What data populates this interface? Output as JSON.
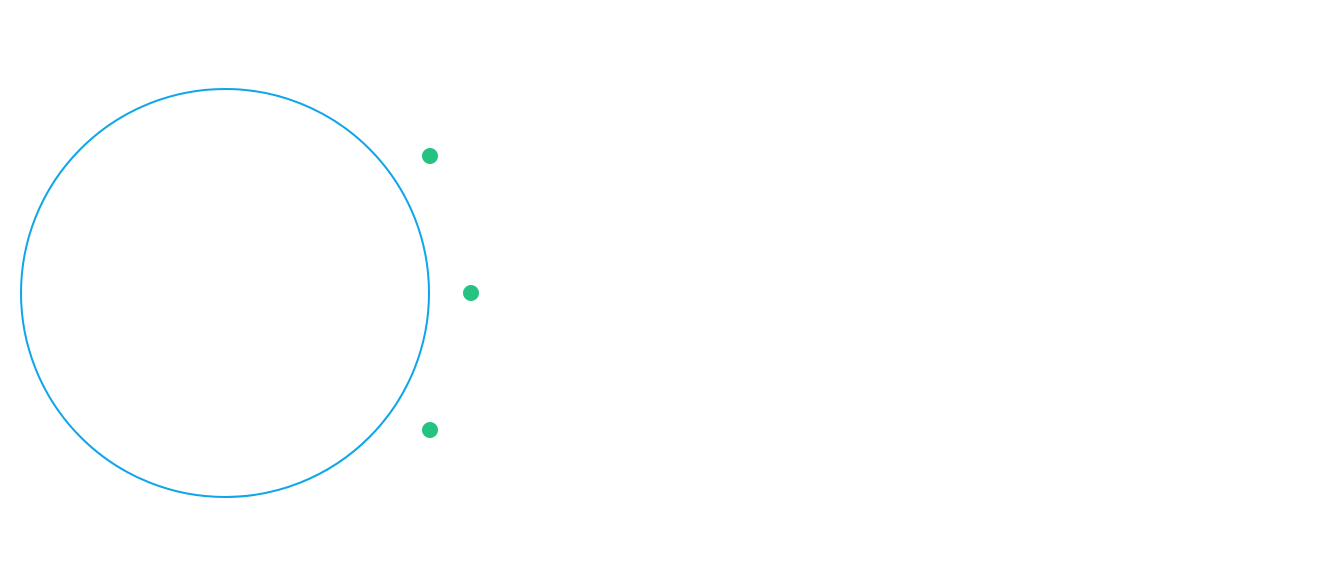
{
  "diagram": {
    "circle": {
      "stroke_color": "#0ea5e9"
    },
    "markers": [
      {
        "name": "marker-top",
        "color": "#26c281"
      },
      {
        "name": "marker-middle",
        "color": "#26c281"
      },
      {
        "name": "marker-bottom",
        "color": "#26c281"
      }
    ]
  }
}
